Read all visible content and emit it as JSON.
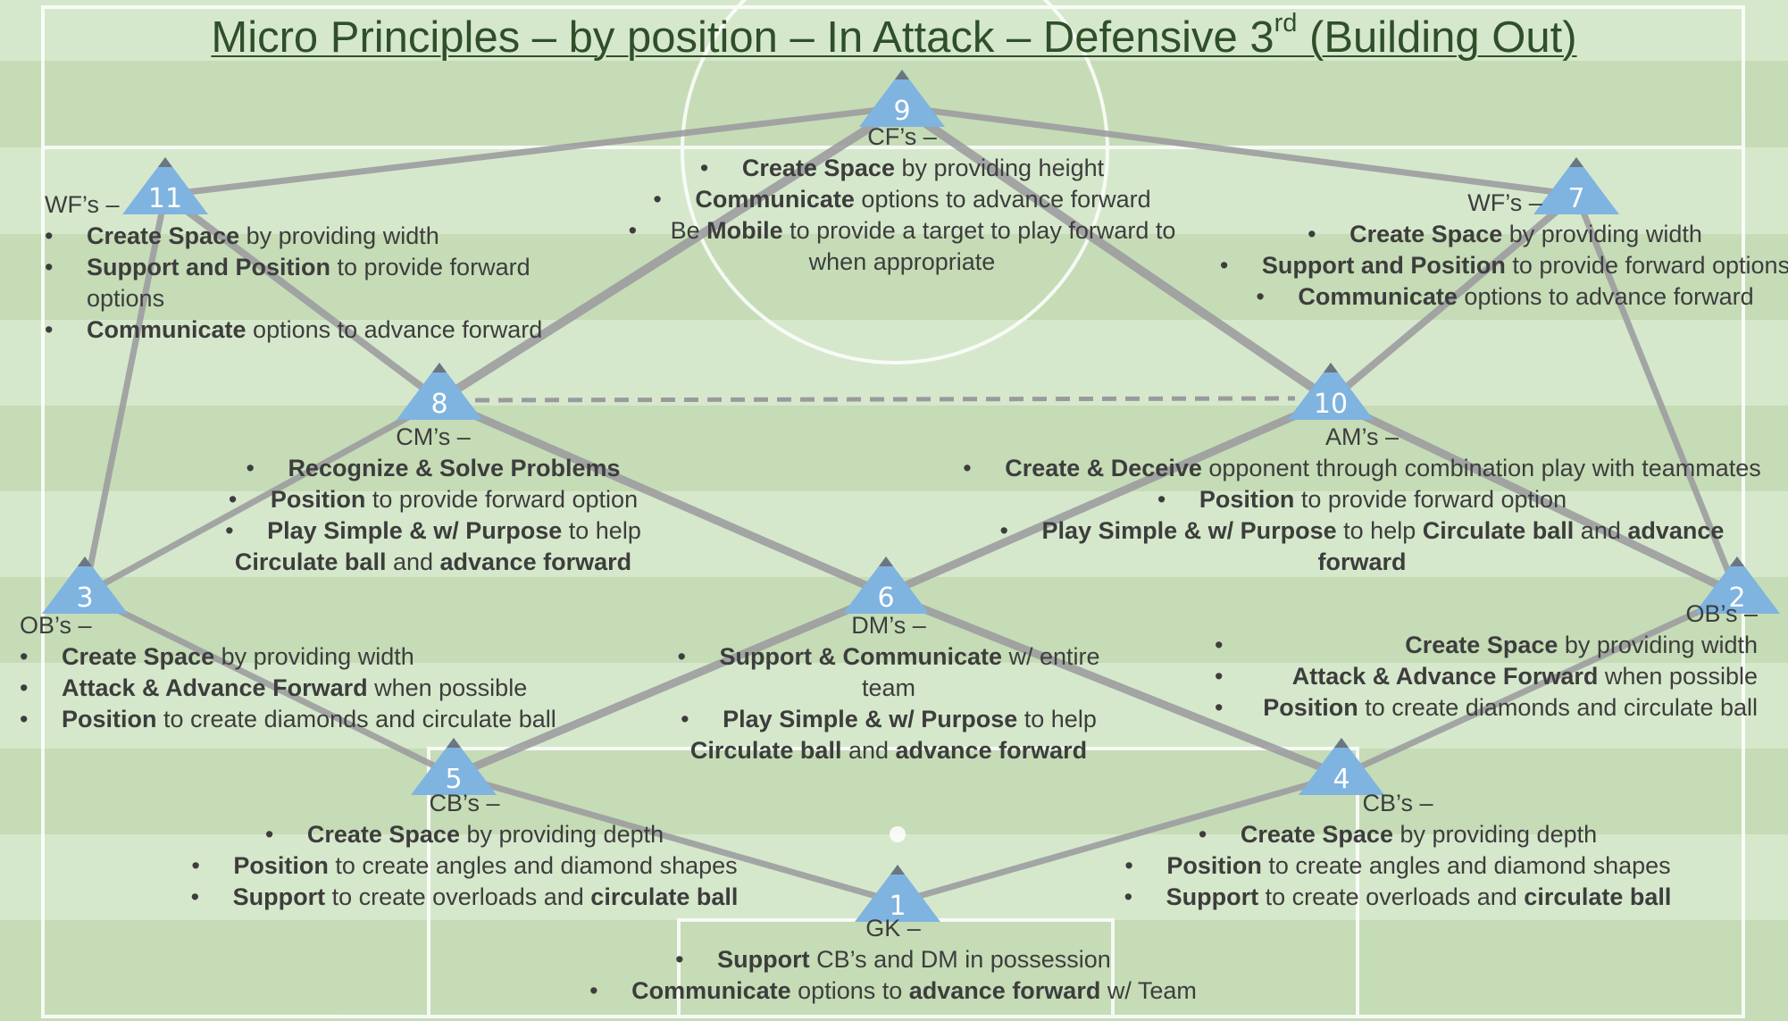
{
  "title": {
    "main": "Micro Principles – by position – In Attack – Defensive 3",
    "superscript": "rd",
    "suffix": " (Building Out)"
  },
  "colors": {
    "pitch_light": "#d6e8cb",
    "pitch_dark": "#c5dcb6",
    "pitch_lines": "#ffffff",
    "marker_fill": "#7fb3e0",
    "marker_tip": "#6a7680",
    "connector": "#9a9a9e",
    "title_text": "#2f4f2a",
    "body_text": "#3d3d3d"
  },
  "markers": [
    {
      "id": "gk",
      "number": "1"
    },
    {
      "id": "rb",
      "number": "2"
    },
    {
      "id": "lb",
      "number": "3"
    },
    {
      "id": "rcb",
      "number": "4"
    },
    {
      "id": "lcb",
      "number": "5"
    },
    {
      "id": "dm",
      "number": "6"
    },
    {
      "id": "rw",
      "number": "7"
    },
    {
      "id": "cm",
      "number": "8"
    },
    {
      "id": "cf",
      "number": "9"
    },
    {
      "id": "am",
      "number": "10"
    },
    {
      "id": "lw",
      "number": "11"
    }
  ],
  "blocks": {
    "cf": {
      "heading": "CF’s –",
      "items": [
        [
          {
            "b": "Create Space"
          },
          {
            "t": " by providing height"
          }
        ],
        [
          {
            "b": "Communicate"
          },
          {
            "t": " options to advance forward"
          }
        ],
        [
          {
            "t": "Be "
          },
          {
            "b": "Mobile"
          },
          {
            "t": " to provide a target to play forward to when appropriate"
          }
        ]
      ]
    },
    "wf_left": {
      "heading": "WF’s –",
      "items": [
        [
          {
            "b": "Create Space"
          },
          {
            "t": " by providing width"
          }
        ],
        [
          {
            "b": "Support and Position"
          },
          {
            "t": " to provide forward options"
          }
        ],
        [
          {
            "b": "Communicate"
          },
          {
            "t": " options to advance forward"
          }
        ]
      ]
    },
    "wf_right": {
      "heading": "WF’s –",
      "items": [
        [
          {
            "b": "Create Space"
          },
          {
            "t": " by providing width"
          }
        ],
        [
          {
            "b": "Support and Position"
          },
          {
            "t": " to provide forward options"
          }
        ],
        [
          {
            "b": "Communicate"
          },
          {
            "t": " options to advance forward"
          }
        ]
      ]
    },
    "cm": {
      "heading": "CM’s –",
      "items": [
        [
          {
            "b": "Recognize & Solve Problems"
          }
        ],
        [
          {
            "b": "Position"
          },
          {
            "t": " to provide forward option"
          }
        ],
        [
          {
            "b": "Play Simple & w/ Purpose"
          },
          {
            "t": " to help "
          },
          {
            "b": "Circulate ball"
          },
          {
            "t": " and "
          },
          {
            "b": "advance forward"
          }
        ]
      ]
    },
    "am": {
      "heading": "AM’s –",
      "items": [
        [
          {
            "b": "Create & Deceive"
          },
          {
            "t": " opponent through combination play with teammates"
          }
        ],
        [
          {
            "b": "Position"
          },
          {
            "t": " to provide forward option"
          }
        ],
        [
          {
            "b": "Play Simple & w/ Purpose"
          },
          {
            "t": " to help "
          },
          {
            "b": "Circulate ball"
          },
          {
            "t": " and "
          },
          {
            "b": "advance forward"
          }
        ]
      ]
    },
    "ob_left": {
      "heading": "OB’s –",
      "items": [
        [
          {
            "b": "Create Space"
          },
          {
            "t": " by providing width"
          }
        ],
        [
          {
            "b": "Attack & Advance Forward"
          },
          {
            "t": " when possible"
          }
        ],
        [
          {
            "b": "Position"
          },
          {
            "t": " to create diamonds and circulate ball"
          }
        ]
      ]
    },
    "dm": {
      "heading": "DM’s –",
      "items": [
        [
          {
            "b": "Support & Communicate"
          },
          {
            "t": " w/ entire team"
          }
        ],
        [
          {
            "b": "Play Simple & w/ Purpose"
          },
          {
            "t": " to help "
          },
          {
            "b": "Circulate ball"
          },
          {
            "t": " and "
          },
          {
            "b": "advance forward"
          }
        ]
      ]
    },
    "ob_right": {
      "heading": "OB’s –",
      "items": [
        [
          {
            "b": "Create Space"
          },
          {
            "t": " by providing width"
          }
        ],
        [
          {
            "b": "Attack & Advance Forward"
          },
          {
            "t": " when possible"
          }
        ],
        [
          {
            "b": "Position"
          },
          {
            "t": " to create diamonds and circulate ball"
          }
        ]
      ]
    },
    "cb_left": {
      "heading": "CB’s –",
      "items": [
        [
          {
            "b": "Create Space"
          },
          {
            "t": " by providing depth"
          }
        ],
        [
          {
            "b": "Position"
          },
          {
            "t": " to create angles and diamond shapes"
          }
        ],
        [
          {
            "b": "Support"
          },
          {
            "t": " to create overloads and "
          },
          {
            "b": "circulate ball"
          }
        ]
      ]
    },
    "cb_right": {
      "heading": "CB’s –",
      "items": [
        [
          {
            "b": "Create Space"
          },
          {
            "t": " by providing depth"
          }
        ],
        [
          {
            "b": "Position"
          },
          {
            "t": " to create angles and diamond shapes"
          }
        ],
        [
          {
            "b": "Support"
          },
          {
            "t": " to create overloads and "
          },
          {
            "b": "circulate ball"
          }
        ]
      ]
    },
    "gk": {
      "heading": "GK –",
      "items": [
        [
          {
            "b": "Support"
          },
          {
            "t": " CB’s and DM in possession"
          }
        ],
        [
          {
            "b": "Communicate"
          },
          {
            "t": " options to "
          },
          {
            "b": "advance forward"
          },
          {
            "t": " w/ Team"
          }
        ]
      ]
    }
  }
}
